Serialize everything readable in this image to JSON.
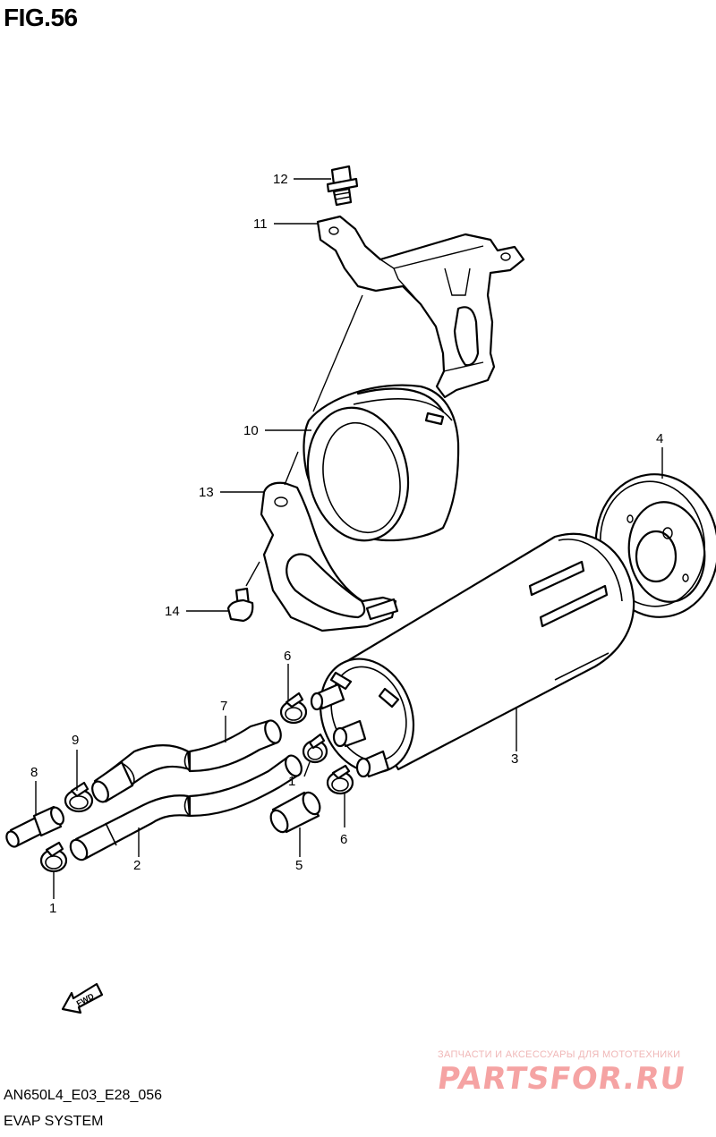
{
  "figure_title": "FIG.56",
  "model_code": "AN650L4_E03_E28_056",
  "section_title": "EVAP SYSTEM",
  "fwd_label": "FWD",
  "watermark": {
    "tagline": "ЗАПЧАСТИ И АКСЕССУАРЫ ДЛЯ МОТОТЕХНИКИ",
    "logo": "PARTSFOR.RU",
    "color": "#f5a3a3"
  },
  "callouts": {
    "c12": "12",
    "c11": "11",
    "c10": "10",
    "c13": "13",
    "c14": "14",
    "c4": "4",
    "c3": "3",
    "c7": "7",
    "c6a": "6",
    "c6b": "6",
    "c9": "9",
    "c8": "8",
    "c1a": "1",
    "c1b": "1",
    "c2": "2",
    "c5": "5"
  }
}
